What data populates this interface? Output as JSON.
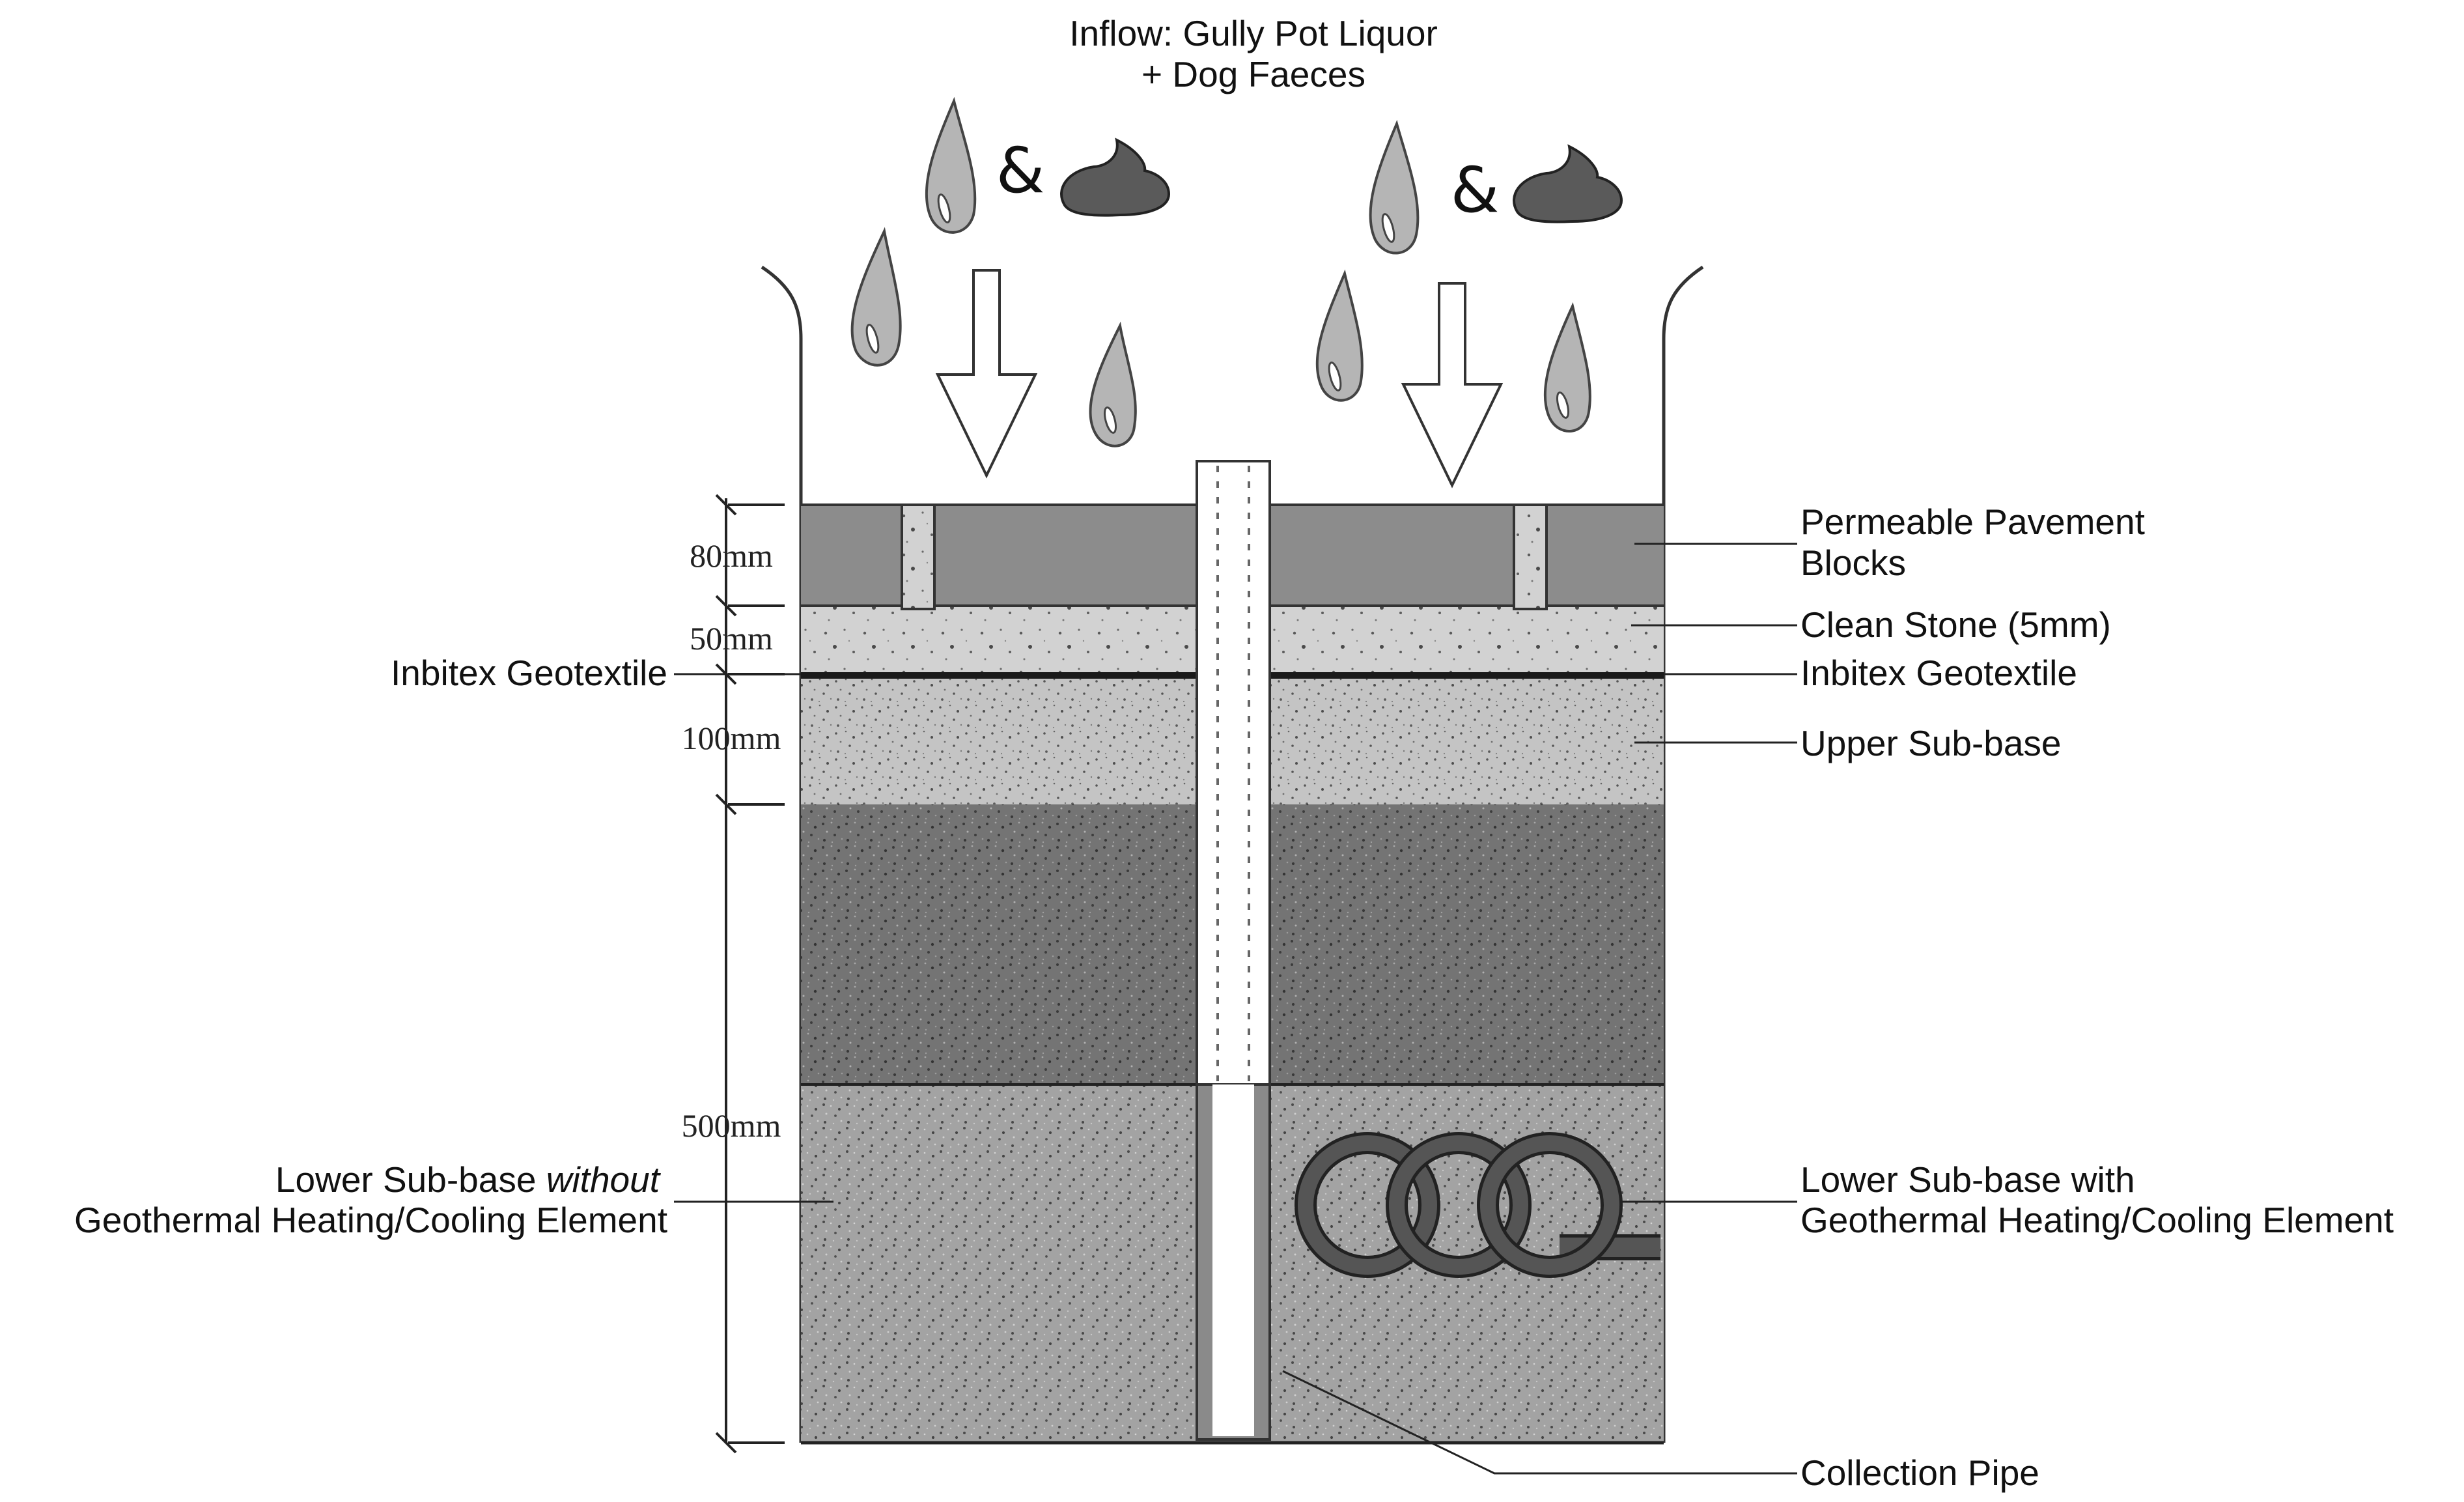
{
  "inflow": {
    "line1": "Inflow: Gully Pot Liquor",
    "line2": "+ Dog Faeces",
    "ampersand": "&"
  },
  "layers": {
    "pavement_blocks": {
      "line1": "Permeable Pavement",
      "line2": "Blocks"
    },
    "clean_stone": "Clean Stone (5mm)",
    "geotextile_right": "Inbitex Geotextile",
    "geotextile_left": "Inbitex Geotextile",
    "upper_subbase": "Upper Sub-base",
    "lower_without": {
      "line1_pre": "Lower Sub-base ",
      "line1_em": "without",
      "line2": "Geothermal Heating/Cooling Element"
    },
    "lower_with": {
      "line1": "Lower Sub-base with",
      "line2": "Geothermal Heating/Cooling Element"
    },
    "collection_pipe": "Collection Pipe"
  },
  "dimensions": {
    "blocks": "80mm",
    "stone": "50mm",
    "upper": "100mm",
    "lower": "500mm"
  },
  "colors": {
    "pavement_block": "#8c8c8c",
    "joint": "#b8b8b8",
    "clean_stone": "#cfcfcf",
    "upper_subbase": "#bdbdbd",
    "lower_dark": "#6e6e6e",
    "lower_light": "#9b9b9b",
    "droplet": "#b5b5b5",
    "faeces": "#5a5a5a",
    "coil": "#555555"
  }
}
